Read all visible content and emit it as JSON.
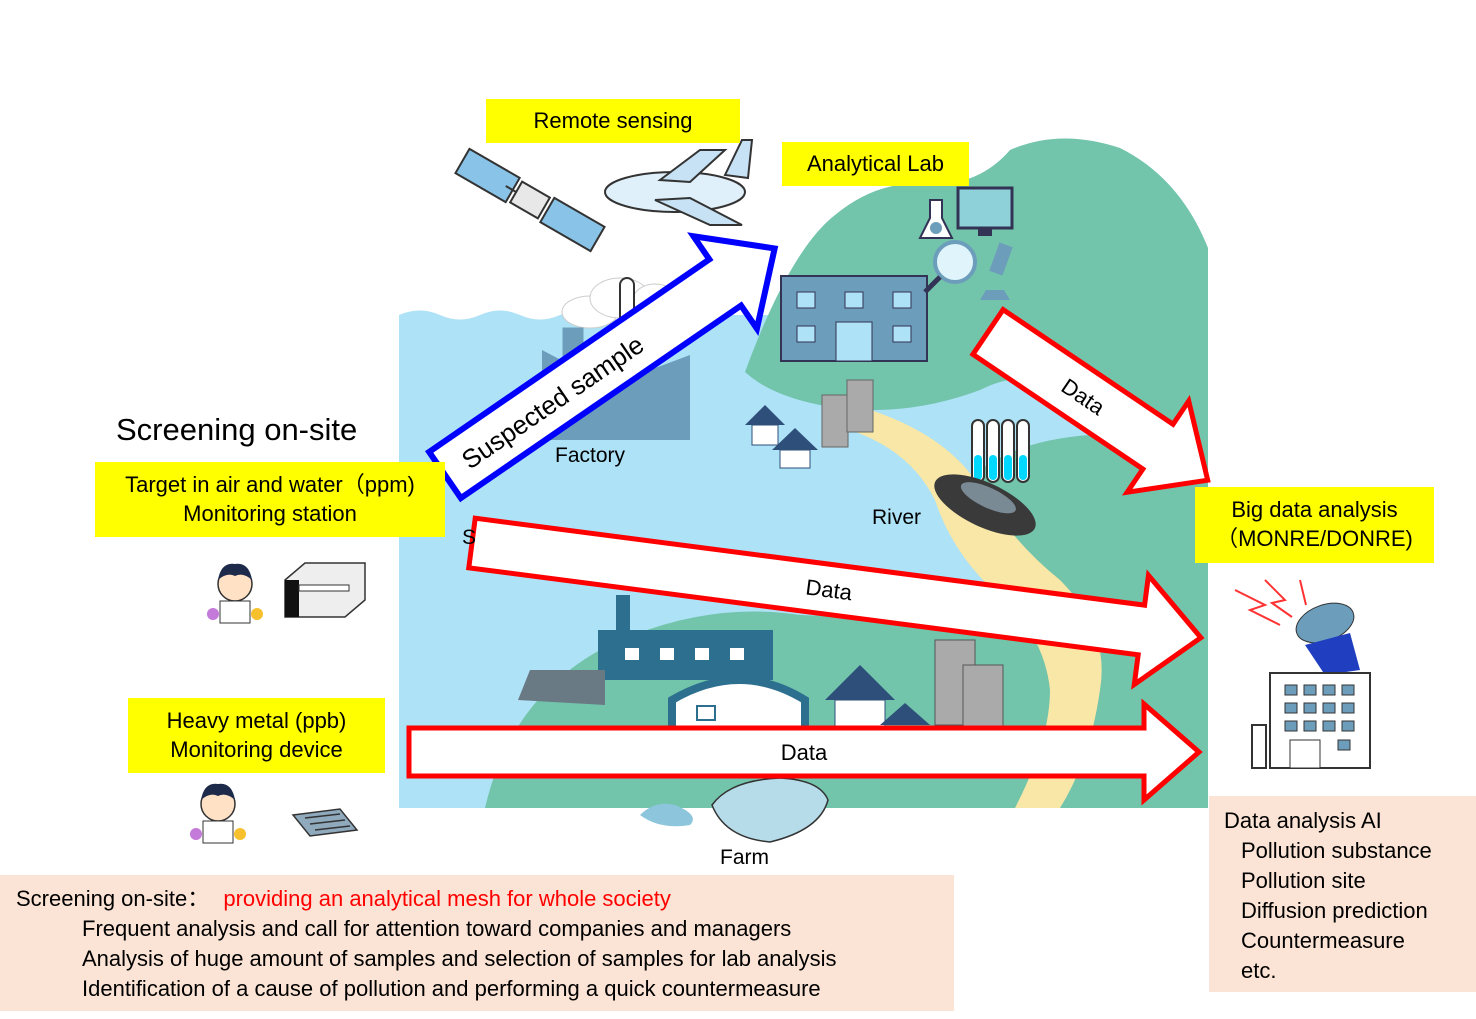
{
  "colors": {
    "highlight": "#ffff00",
    "note_bg": "#fbe4d5",
    "water": "#aee2f7",
    "land": "#72c4ab",
    "road": "#f8e7a6",
    "data_arrow": "#ff0000",
    "sample_arrow": "#0000ff",
    "emphasis_text": "#ff0000"
  },
  "labels": {
    "remote_sensing": "Remote sensing",
    "analytical_lab": "Analytical Lab",
    "screening_heading": "Screening on-site",
    "target_line1": "Target in air and water（ppm)",
    "target_line2": "Monitoring station",
    "heavy_line1": "Heavy metal (ppb)",
    "heavy_line2": "Monitoring device",
    "big_data_line1": "Big data analysis",
    "big_data_line2": "（MONRE/DONRE)",
    "factory": "Factory",
    "river": "River",
    "farm": "Farm",
    "partial_s": "S"
  },
  "arrows": {
    "suspected_sample": "Suspected sample",
    "data_lab": "Data",
    "data_middle": "Data",
    "data_bottom": "Data"
  },
  "ai_box": {
    "title": "Data analysis AI",
    "items": [
      "Pollution substance",
      "Pollution site",
      "Diffusion prediction",
      "Countermeasure",
      "etc."
    ]
  },
  "screening_box": {
    "prefix": "Screening on-site：",
    "emphasis": "providing an analytical mesh for whole society",
    "items": [
      "Frequent analysis and call for attention toward companies and managers",
      "Analysis of huge amount of samples and selection of samples for lab analysis",
      "Identification of a cause of pollution and performing a quick countermeasure"
    ]
  },
  "icons": [
    "satellite-icon",
    "airplane-icon",
    "test-tube-icon",
    "flask-icon",
    "monitor-icon",
    "magnifier-icon",
    "microscope-icon",
    "factory-icon",
    "lab-building-icon",
    "house-icon",
    "car-icon",
    "scientist-icon",
    "monitoring-station-icon",
    "sensor-chip-icon",
    "antenna-icon",
    "office-building-icon",
    "farm-field-icon"
  ]
}
